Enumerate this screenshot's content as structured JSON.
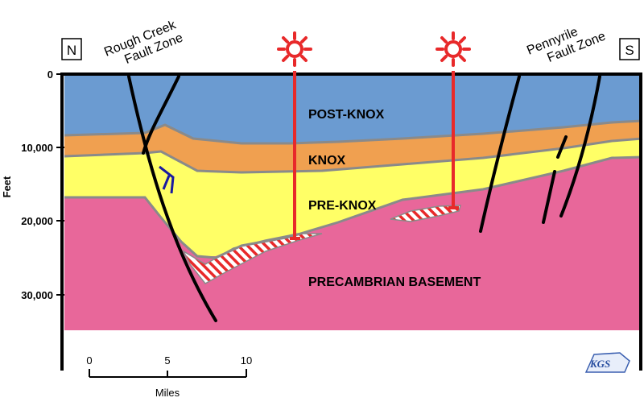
{
  "directions": {
    "north": "N",
    "south": "S"
  },
  "fault_zones": {
    "rough_creek": [
      "Rough Creek",
      "Fault Zone"
    ],
    "pennyrile": [
      "Pennyrile",
      "Fault Zone"
    ]
  },
  "units": {
    "post_knox": "POST-KNOX",
    "knox": "KNOX",
    "pre_knox": "PRE-KNOX",
    "basement": "PRECAMBRIAN BASEMENT"
  },
  "depth_axis": {
    "label": "Feet",
    "ticks": [
      "0",
      "10,000",
      "20,000",
      "30,000"
    ]
  },
  "scale_bar": {
    "label": "Miles",
    "ticks": [
      "0",
      "5",
      "10"
    ]
  },
  "logo_text": "KGS",
  "colors": {
    "post_knox": "#6b9bd1",
    "knox": "#f0a050",
    "pre_knox": "#ffff66",
    "basement": "#e8679a",
    "contact_line": "#8a8a8a",
    "well": "#e8292a",
    "fault": "#000000",
    "marker": "#1a1aa0"
  },
  "icons": {
    "well_symbol": "drilling-well-icon",
    "fault_movement": "fault-arrow-icon"
  }
}
